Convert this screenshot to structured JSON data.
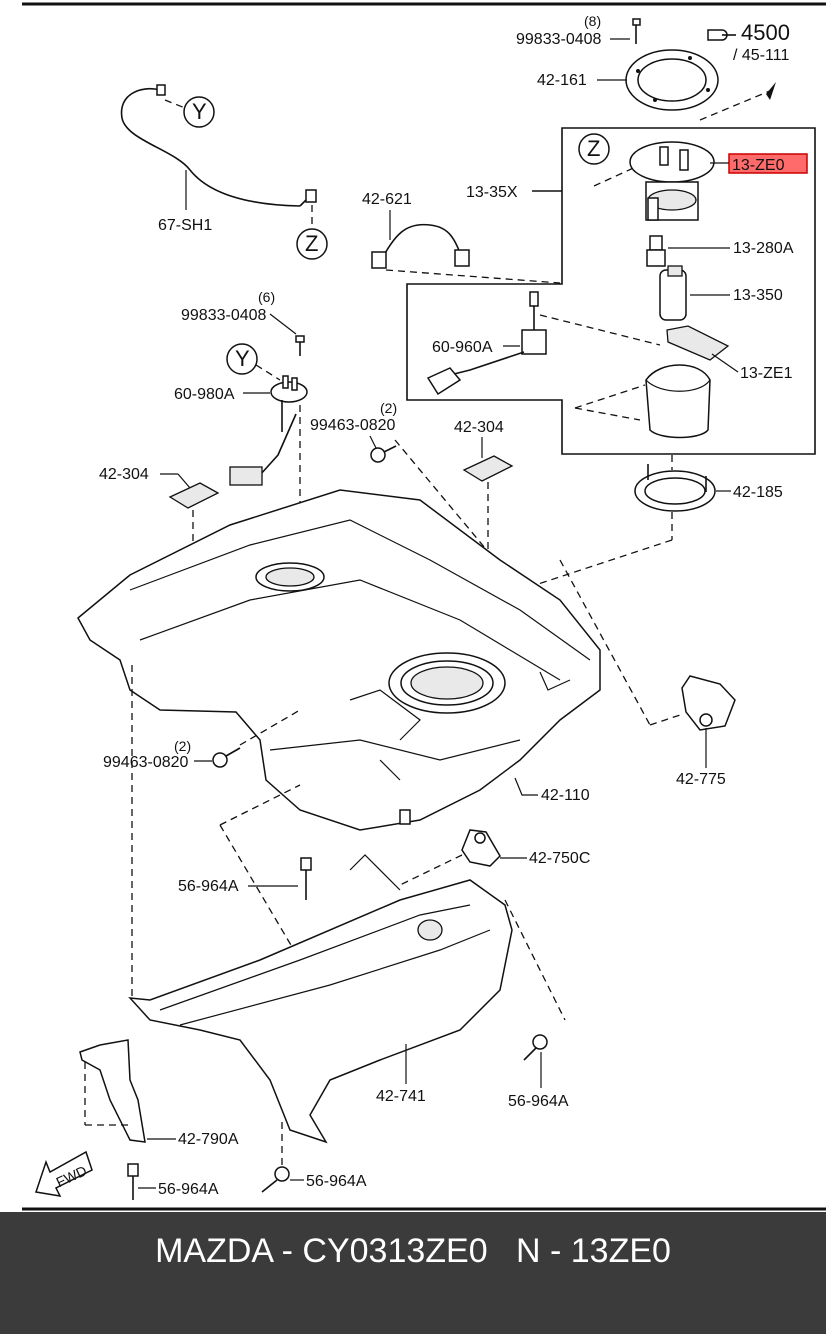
{
  "diagram": {
    "labels": {
      "p99833_0408_top": "99833-0408",
      "p99833_0408_top_qty": "(8)",
      "p42_161": "42-161",
      "ref4500": "4500",
      "ref45_111": "/ 45-111",
      "p67_sh1": "67-SH1",
      "p42_621": "42-621",
      "p13_35x": "13-35X",
      "p13_ze0": "13-ZE0",
      "p13_280a": "13-280A",
      "p13_350": "13-350",
      "p13_ze1": "13-ZE1",
      "p60_960a": "60-960A",
      "p99833_0408_mid": "99833-0408",
      "p99833_0408_mid_qty": "(6)",
      "p60_980a": "60-980A",
      "p99463_0820_top": "99463-0820",
      "p99463_0820_top_qty": "(2)",
      "p42_304_right": "42-304",
      "p42_304_left": "42-304",
      "p42_185": "42-185",
      "p42_775": "42-775",
      "p99463_0820_mid": "99463-0820",
      "p99463_0820_mid_qty": "(2)",
      "p42_110": "42-110",
      "p42_750c": "42-750C",
      "p56_964a_mid": "56-964A",
      "p42_741": "42-741",
      "p56_964a_right": "56-964A",
      "p42_790a": "42-790A",
      "p56_964a_bl": "56-964A",
      "p56_964a_bc": "56-964A",
      "fwd": "FWD",
      "circle_y1": "Y",
      "circle_z1": "Z",
      "circle_z2": "Z",
      "circle_y2": "Y"
    },
    "highlight_color": "#ff6b6b"
  },
  "footer": {
    "text": "MAZDA - CY0313ZE0   N - 13ZE0"
  }
}
